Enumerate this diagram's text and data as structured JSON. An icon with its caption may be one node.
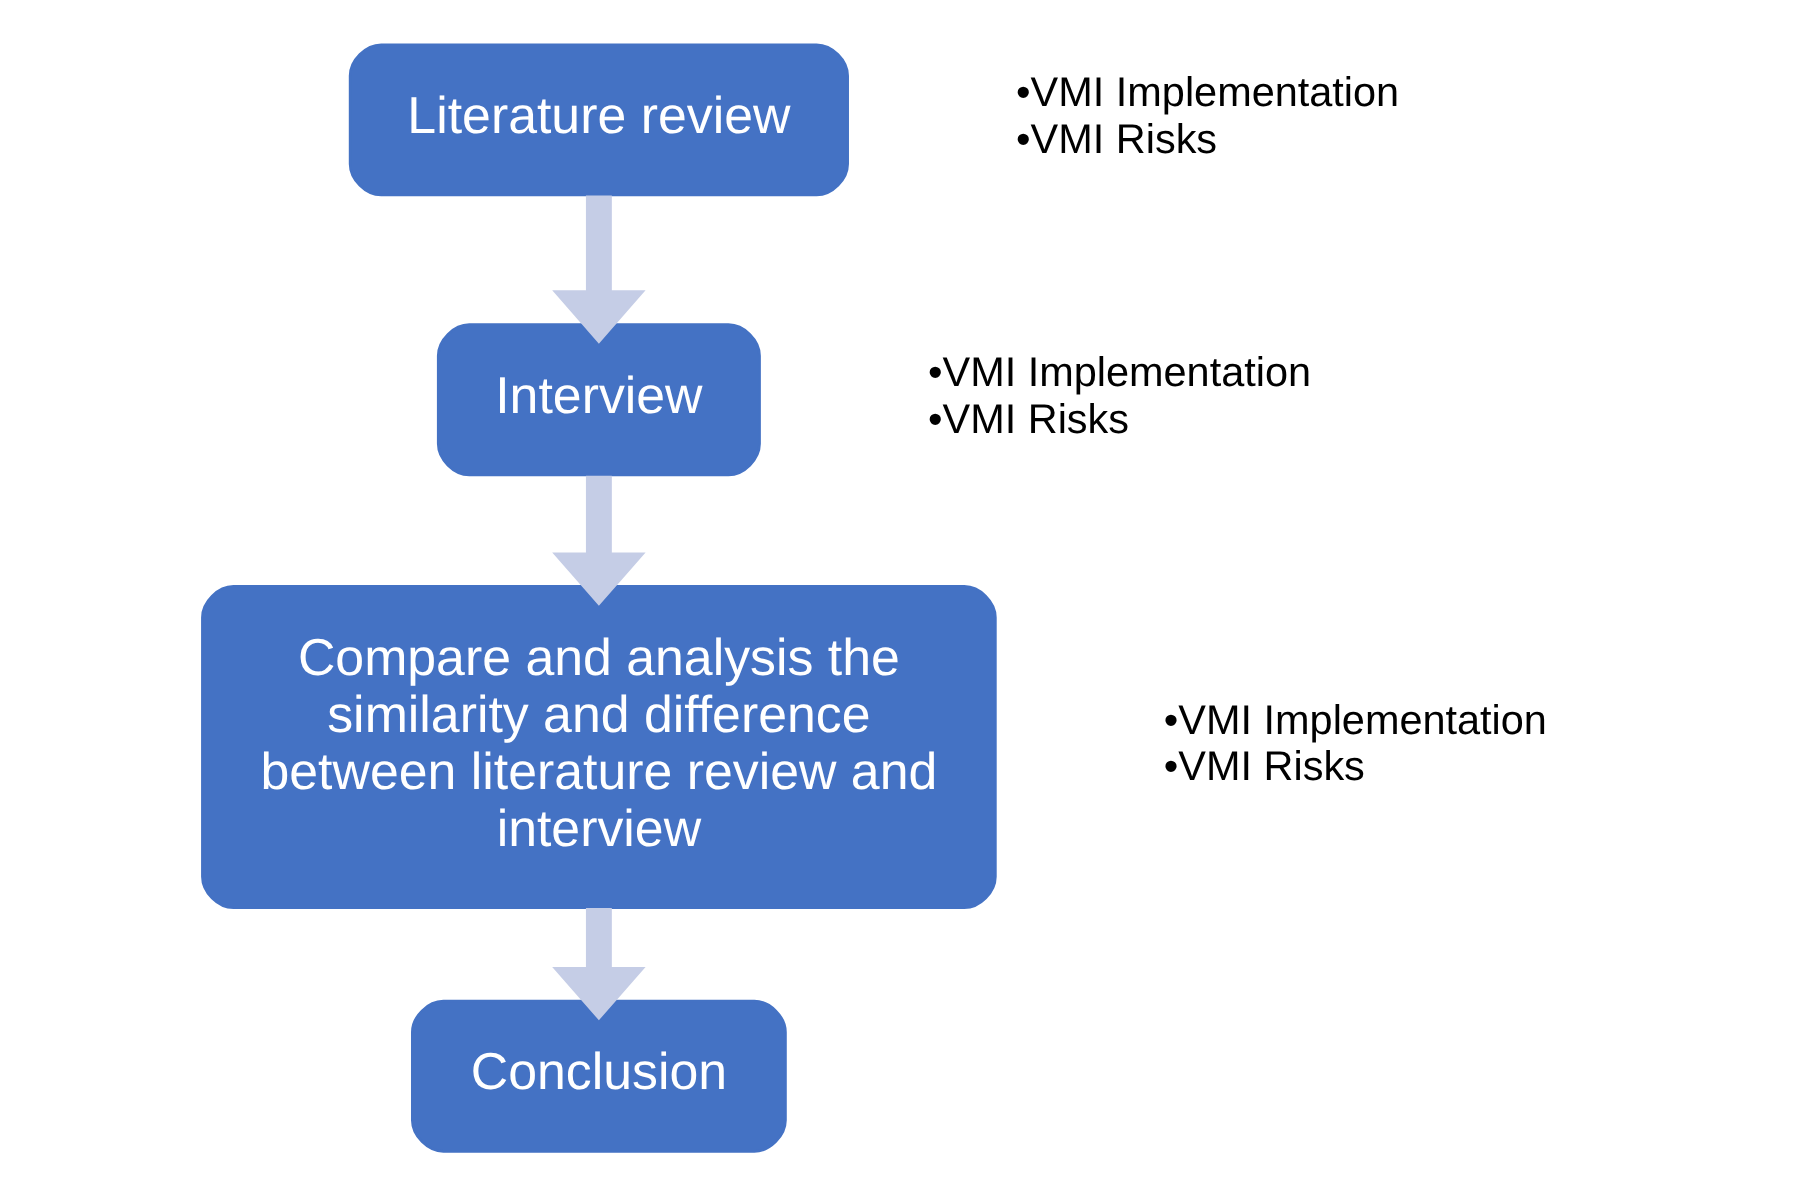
{
  "diagram": {
    "nodes": [
      {
        "text": [
          "Literature review"
        ],
        "beside": [
          "•VMI Implementation",
          "•VMI Risks"
        ]
      },
      {
        "text": [
          "Interview"
        ],
        "beside": [
          "•VMI Implementation",
          "•VMI Risks"
        ]
      },
      {
        "text": [
          "Compare and analysis the similarity and difference between literature review and interview"
        ],
        "beside": [
          "•VMI Implementation",
          "•VMI Risks"
        ]
      },
      {
        "text": [
          "Conclusion"
        ]
      }
    ],
    "edges": [
      {
        "from": 0,
        "to": 1,
        "arrow": "to"
      },
      {
        "from": 1,
        "to": 2,
        "arrow": "to"
      },
      {
        "from": 2,
        "to": 3,
        "arrow": "to"
      }
    ]
  }
}
